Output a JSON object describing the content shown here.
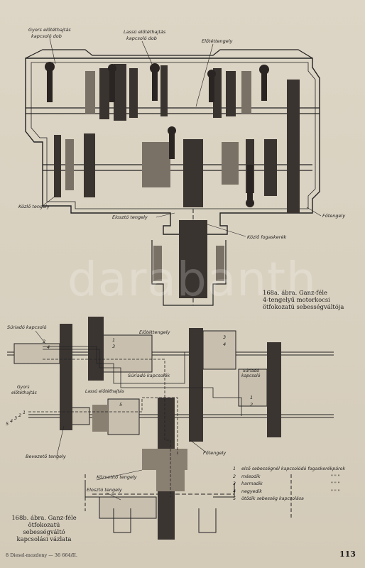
{
  "figA": {
    "labels": {
      "gyors": [
        "Gyors előtéthajtás",
        "kapcsoló dob"
      ],
      "lassu": [
        "Lassú előtéthajtás",
        "kapcsoló dob"
      ],
      "elotet": "Előtéttengely",
      "kozlo": "Közlő tengely",
      "eloszto": "Elosztó tengely",
      "fotengely": "Főtengely",
      "fogaskerek": "Közlő fogaskerék"
    },
    "caption": [
      "168a. ábra. Ganz-féle",
      "4-tengelyű motorkocsi",
      "ötfokozatú sebességváltója"
    ]
  },
  "figB": {
    "labels": {
      "suriado": "Súriadó kapcsoló",
      "elotet": "Előtéttengely",
      "suriado_kapcsolok": "Súriadó kapcsolók",
      "suriado_kapcsolo_r": [
        "Súriadó",
        "kapcsoló"
      ],
      "gyors": [
        "Gyors",
        "előtéthajtás"
      ],
      "lassu": "Lassú előtéthajtás",
      "bevezeto": "Bevezető tengely",
      "fotengely": "Főtengely",
      "kozvetito": "Közvetítő tengely",
      "eloszto": "Elosztó tengely"
    },
    "numbers": [
      "2",
      "4",
      "1",
      "3",
      "3",
      "4",
      "1",
      "2",
      "5",
      "5",
      "4",
      "3",
      "2",
      "1"
    ],
    "legend": [
      {
        "n": "1",
        "t": "első sebességnél kapcsolódó fogaskerékpárok",
        "m": ""
      },
      {
        "n": "2",
        "t": "második",
        "m": "\"          \"          \""
      },
      {
        "n": "3",
        "t": "harmadik",
        "m": "\"          \"          \""
      },
      {
        "n": "4",
        "t": "negyedik",
        "m": "\"          \"          \""
      },
      {
        "n": "5",
        "t": "ötödik sebesség kapcsolása",
        "m": ""
      }
    ],
    "caption": [
      "168b. ábra. Ganz-féle",
      "ötfokozatú sebességváltó",
      "kapcsolási vázlata"
    ]
  },
  "footer": "8 Diesel-mozdony — 36 664/II.",
  "page_number": "113",
  "watermark": "darabanth"
}
